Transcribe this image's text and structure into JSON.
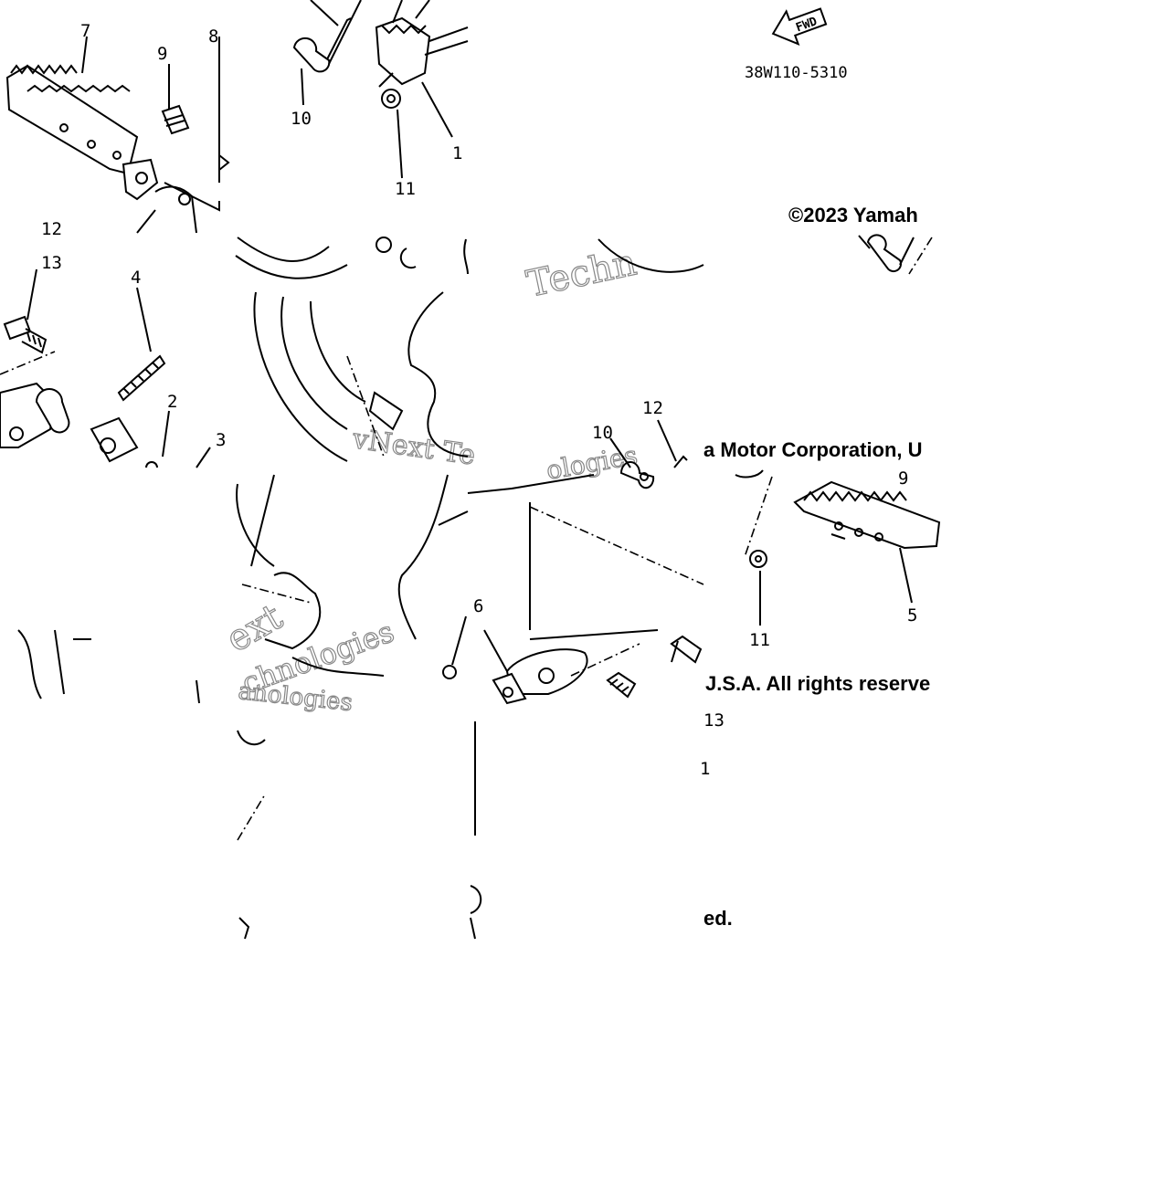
{
  "diagram": {
    "part_code": "38W110-5310",
    "fwd_label": "FWD",
    "copyright_fragments": [
      "©2023 Yamah",
      "a Motor Corporation, U",
      "J.S.A. All rights reserve",
      "ed."
    ],
    "watermark_fragments": [
      "Techn",
      "vNext Te",
      "ologies",
      "ext",
      "chnologies",
      "anologies"
    ],
    "callouts": {
      "c7": "7",
      "c8": "8",
      "c9a": "9",
      "c10a": "10",
      "c11a": "11",
      "c1a": "1",
      "c12a": "12",
      "c13a": "13",
      "c4": "4",
      "c2": "2",
      "c3": "3",
      "c12b": "12",
      "c10b": "10",
      "c9b": "9",
      "c6": "6",
      "c11b": "11",
      "c5": "5",
      "c13b": "13",
      "c1b": "1"
    }
  }
}
